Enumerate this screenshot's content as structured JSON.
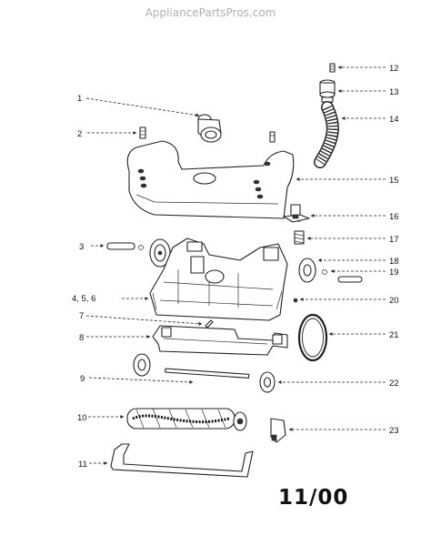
{
  "watermark": "AppliancePartsPros.com",
  "diagram_code": "11/00",
  "callouts": [
    "1",
    "2",
    "3",
    "4, 5, 6",
    "7",
    "8",
    "9",
    "10",
    "11",
    "12",
    "13",
    "14",
    "15",
    "16",
    "17",
    "18",
    "19",
    "20",
    "21",
    "22",
    "23"
  ]
}
